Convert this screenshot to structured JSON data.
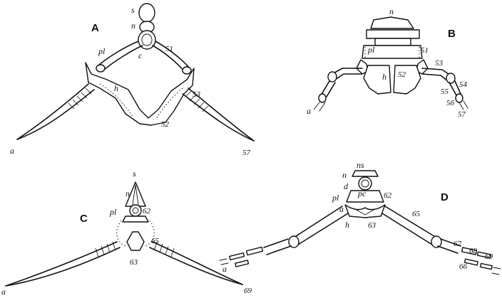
{
  "figure": {
    "panels": [
      {
        "id": "A",
        "letter": "A",
        "labels": [
          "s",
          "n",
          "c",
          "pl",
          "51",
          "h",
          "53",
          "52",
          "a",
          "57"
        ]
      },
      {
        "id": "B",
        "letter": "B",
        "labels": [
          "n",
          "pl",
          "51",
          "53",
          "h",
          "52",
          "54",
          "55",
          "56",
          "57",
          "a"
        ]
      },
      {
        "id": "C",
        "letter": "C",
        "labels": [
          "s",
          "n",
          "pl",
          "62",
          "65",
          "63",
          "a",
          "69"
        ]
      },
      {
        "id": "D",
        "letter": "D",
        "labels": [
          "ns",
          "n",
          "d",
          "pc",
          "pl",
          "62",
          "a",
          "h",
          "63",
          "65",
          "67",
          "68",
          "69",
          "66",
          "a"
        ]
      }
    ]
  }
}
